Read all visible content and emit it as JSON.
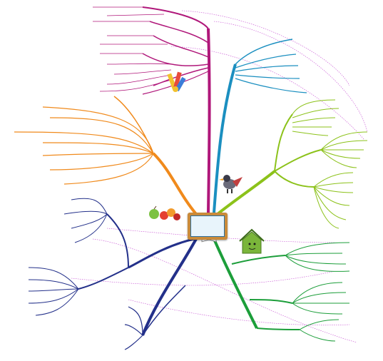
{
  "central_topic": "",
  "branches": [
    {
      "id": "magenta",
      "color": "#b0177a",
      "label": "",
      "sub_labels": [],
      "leaves": [],
      "twigs": []
    },
    {
      "id": "teal",
      "color": "#1b8fc0",
      "label": "",
      "leaves": []
    },
    {
      "id": "lime",
      "color": "#8cc21a",
      "label": "",
      "sub_labels": [],
      "leaves": []
    },
    {
      "id": "orange",
      "color": "#f08a1c",
      "label": "",
      "leaves": []
    },
    {
      "id": "navy",
      "color": "#23308a",
      "label": "",
      "sub_labels": [],
      "leaves": []
    },
    {
      "id": "green",
      "color": "#1c9e3a",
      "label": "",
      "sub_labels": [],
      "leaves": []
    }
  ],
  "connector_color": "#c44ad1",
  "icons": [
    "pencils-icon",
    "bird-mascot-icon",
    "fruits-icon",
    "house-icon",
    "book-icon"
  ]
}
